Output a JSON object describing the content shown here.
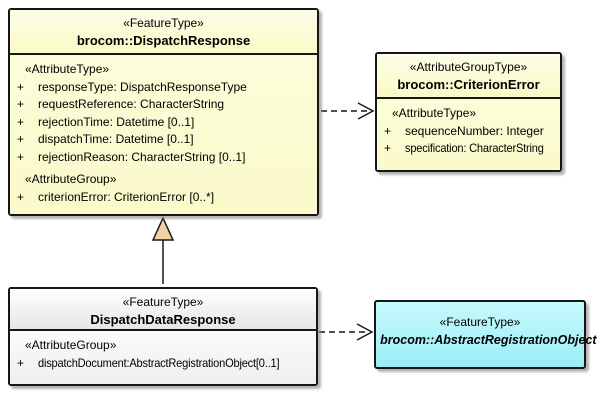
{
  "colors": {
    "box_fill_yellow": "#FBFBCD",
    "box_fill_gray": "#F4F4F4",
    "box_fill_cyan": "#A5F1F7",
    "border": "#161616",
    "generalization_arrow_fill": "#EFD3A7",
    "shadow": "#828282",
    "background": "#FFFFFF"
  },
  "boxes": {
    "dispatch_response": {
      "stereotype": "«FeatureType»",
      "title": "brocom::DispatchResponse",
      "attribute_type_label": "«AttributeType»",
      "attributes": [
        {
          "visibility": "+",
          "text": "responseType: DispatchResponseType"
        },
        {
          "visibility": "+",
          "text": "requestReference: CharacterString"
        },
        {
          "visibility": "+",
          "text": "rejectionTime: Datetime [0..1]"
        },
        {
          "visibility": "+",
          "text": "dispatchTime: Datetime [0..1]"
        },
        {
          "visibility": "+",
          "text": "rejectionReason: CharacterString [0..1]"
        }
      ],
      "attribute_group_label": "«AttributeGroup»",
      "group_attributes": [
        {
          "visibility": "+",
          "text": "criterionError: CriterionError [0..*]"
        }
      ]
    },
    "criterion_error": {
      "stereotype": "«AttributeGroupType»",
      "title": "brocom::CriterionError",
      "attribute_type_label": "«AttributeType»",
      "attributes": [
        {
          "visibility": "+",
          "text": "sequenceNumber: Integer"
        },
        {
          "visibility": "+",
          "text": "specification: CharacterString"
        }
      ]
    },
    "dispatch_data_response": {
      "stereotype": "«FeatureType»",
      "title": "DispatchDataResponse",
      "attribute_group_label": "«AttributeGroup»",
      "group_attributes": [
        {
          "visibility": "+",
          "text": "dispatchDocument:AbstractRegistrationObject[0..1]"
        }
      ]
    },
    "abstract_registration_object": {
      "stereotype": "«FeatureType»",
      "title": "brocom::AbstractRegistrationObject"
    }
  },
  "connectors": [
    {
      "type": "generalization",
      "from": "DispatchDataResponse",
      "to": "brocom::DispatchResponse"
    },
    {
      "type": "dashed-dependency",
      "from": "brocom::DispatchResponse",
      "to": "brocom::CriterionError"
    },
    {
      "type": "dashed-dependency",
      "from": "DispatchDataResponse",
      "to": "brocom::AbstractRegistrationObject"
    }
  ]
}
